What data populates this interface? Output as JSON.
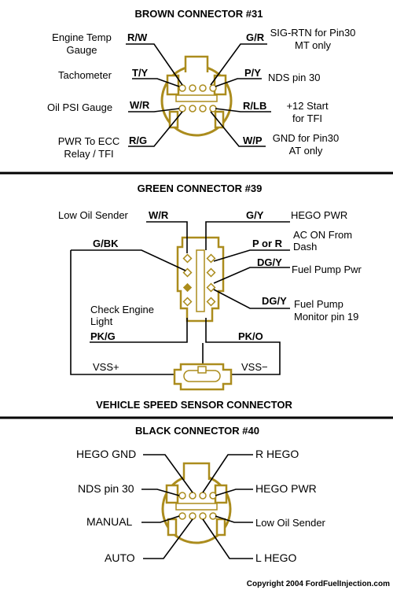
{
  "brown": {
    "title": "BROWN CONNECTOR #31",
    "engine_temp": [
      "Engine Temp",
      "Gauge"
    ],
    "engine_temp_code": "R/W",
    "tach": "Tachometer",
    "tach_code": "T/Y",
    "oil_psi": "Oil PSI Gauge",
    "oil_psi_code": "W/R",
    "pwr_ecc": [
      "PWR To ECC",
      "Relay / TFI"
    ],
    "pwr_ecc_code": "R/G",
    "sig_rtn_code": "G/R",
    "sig_rtn": [
      "SIG-RTN for Pin30",
      "MT only"
    ],
    "nds_code": "P/Y",
    "nds": "NDS pin 30",
    "start_code": "R/LB",
    "start": [
      "+12 Start",
      "for TFI"
    ],
    "gnd_code": "W/P",
    "gnd": [
      "GND for Pin30",
      "AT only"
    ]
  },
  "green": {
    "title": "GREEN CONNECTOR #39",
    "low_oil": "Low Oil Sender",
    "low_oil_code": "W/R",
    "hego_code": "G/Y",
    "hego": "HEGO PWR",
    "gbk_code": "G/BK",
    "ac_code": "P or R",
    "ac": [
      "AC ON From",
      "Dash"
    ],
    "fuel_pwr_code": "DG/Y",
    "fuel_pwr": "Fuel Pump Pwr",
    "fuel_mon_code": "DG/Y",
    "fuel_mon": [
      "Fuel Pump",
      "Monitor pin 19"
    ],
    "check_engine": [
      "Check Engine",
      "Light"
    ],
    "pkg_code": "PK/G",
    "pko_code": "PK/O",
    "vss_plus": "VSS+",
    "vss_minus": "VSS−",
    "vss_title": "VEHICLE SPEED SENSOR CONNECTOR"
  },
  "black": {
    "title": "BLACK CONNECTOR #40",
    "hego_gnd": "HEGO GND",
    "r_hego": "R HEGO",
    "nds": "NDS pin 30",
    "hego_pwr": "HEGO PWR",
    "manual": "MANUAL",
    "low_oil": "Low Oil Sender",
    "auto": "AUTO",
    "l_hego": "L HEGO"
  },
  "copyright": "Copyright 2004 FordFuelInjection.com",
  "colors": {
    "connector": "#ab8c1d",
    "wire": "#000000",
    "background": "#ffffff"
  }
}
